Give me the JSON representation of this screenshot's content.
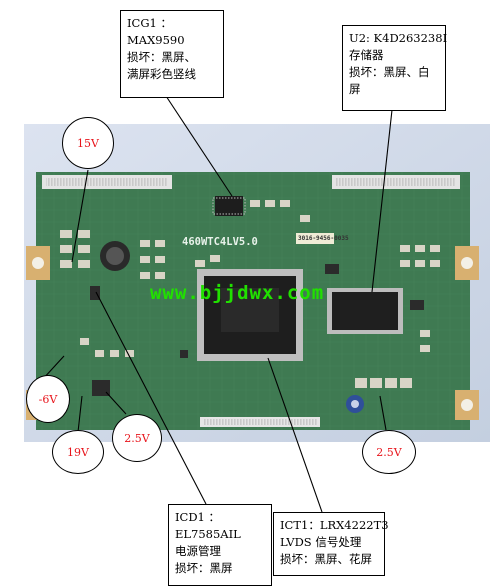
{
  "callouts": {
    "icg1": {
      "line1": "ICG1          ：",
      "line2": "MAX9590",
      "line3": "损坏：黑屏、",
      "line4": "满屏彩色竖线"
    },
    "u2": {
      "line1": "U2: K4D263238I",
      "line2": "存储器",
      "line3": "损坏：黑屏、白",
      "line4": "屏"
    },
    "icd1": {
      "line1": "ICD1          ：",
      "line2": "EL7585AIL",
      "line3": "电源管理",
      "line4": "损坏：黑屏"
    },
    "ict1": {
      "line1": "ICT1：LRX4222T3",
      "line2": "LVDS 信号处理",
      "line3": "损坏：黑屏、花屏"
    }
  },
  "voltages": {
    "v15": "15V",
    "vneg6": "-6V",
    "v19": "19V",
    "v25_left": "2.5V",
    "v25_right": "2.5V"
  },
  "board": {
    "model_text": "460WTC4LV5.0",
    "sticker_text": "3016-9456-0035",
    "watermark": "www.bjjdwx.com",
    "colors": {
      "pcb": "#3f7a52",
      "text_red": "#e8141b",
      "watermark": "#21e000"
    }
  }
}
